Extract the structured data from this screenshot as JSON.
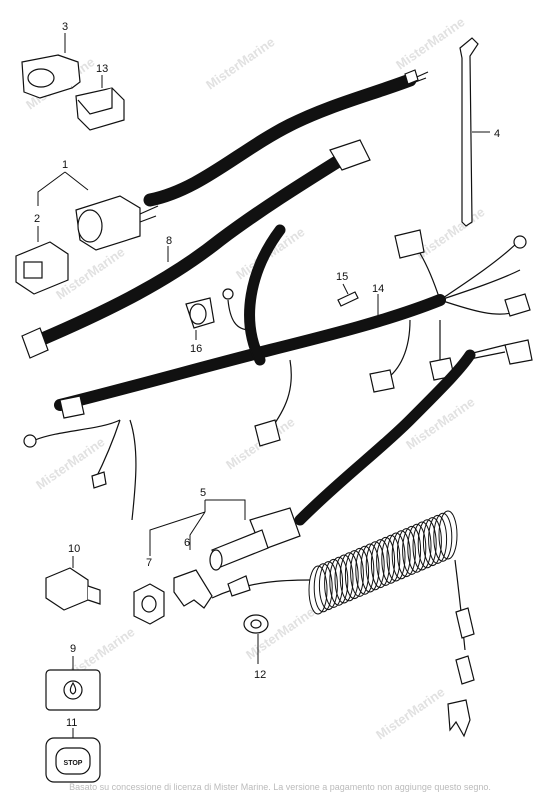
{
  "callouts": {
    "c1": "1",
    "c2": "2",
    "c3": "3",
    "c4": "4",
    "c5": "5",
    "c6": "6",
    "c7": "7",
    "c8": "8",
    "c9": "9",
    "c10": "10",
    "c11": "11",
    "c12": "12",
    "c13": "13",
    "c14": "14",
    "c15": "15",
    "c16": "16"
  },
  "stop_label": "STOP",
  "watermark": "MisterMarine",
  "footer_note": "Basato su concessione di licenza di Mister Marine. La versione a pagamento non aggiunge questo segno."
}
